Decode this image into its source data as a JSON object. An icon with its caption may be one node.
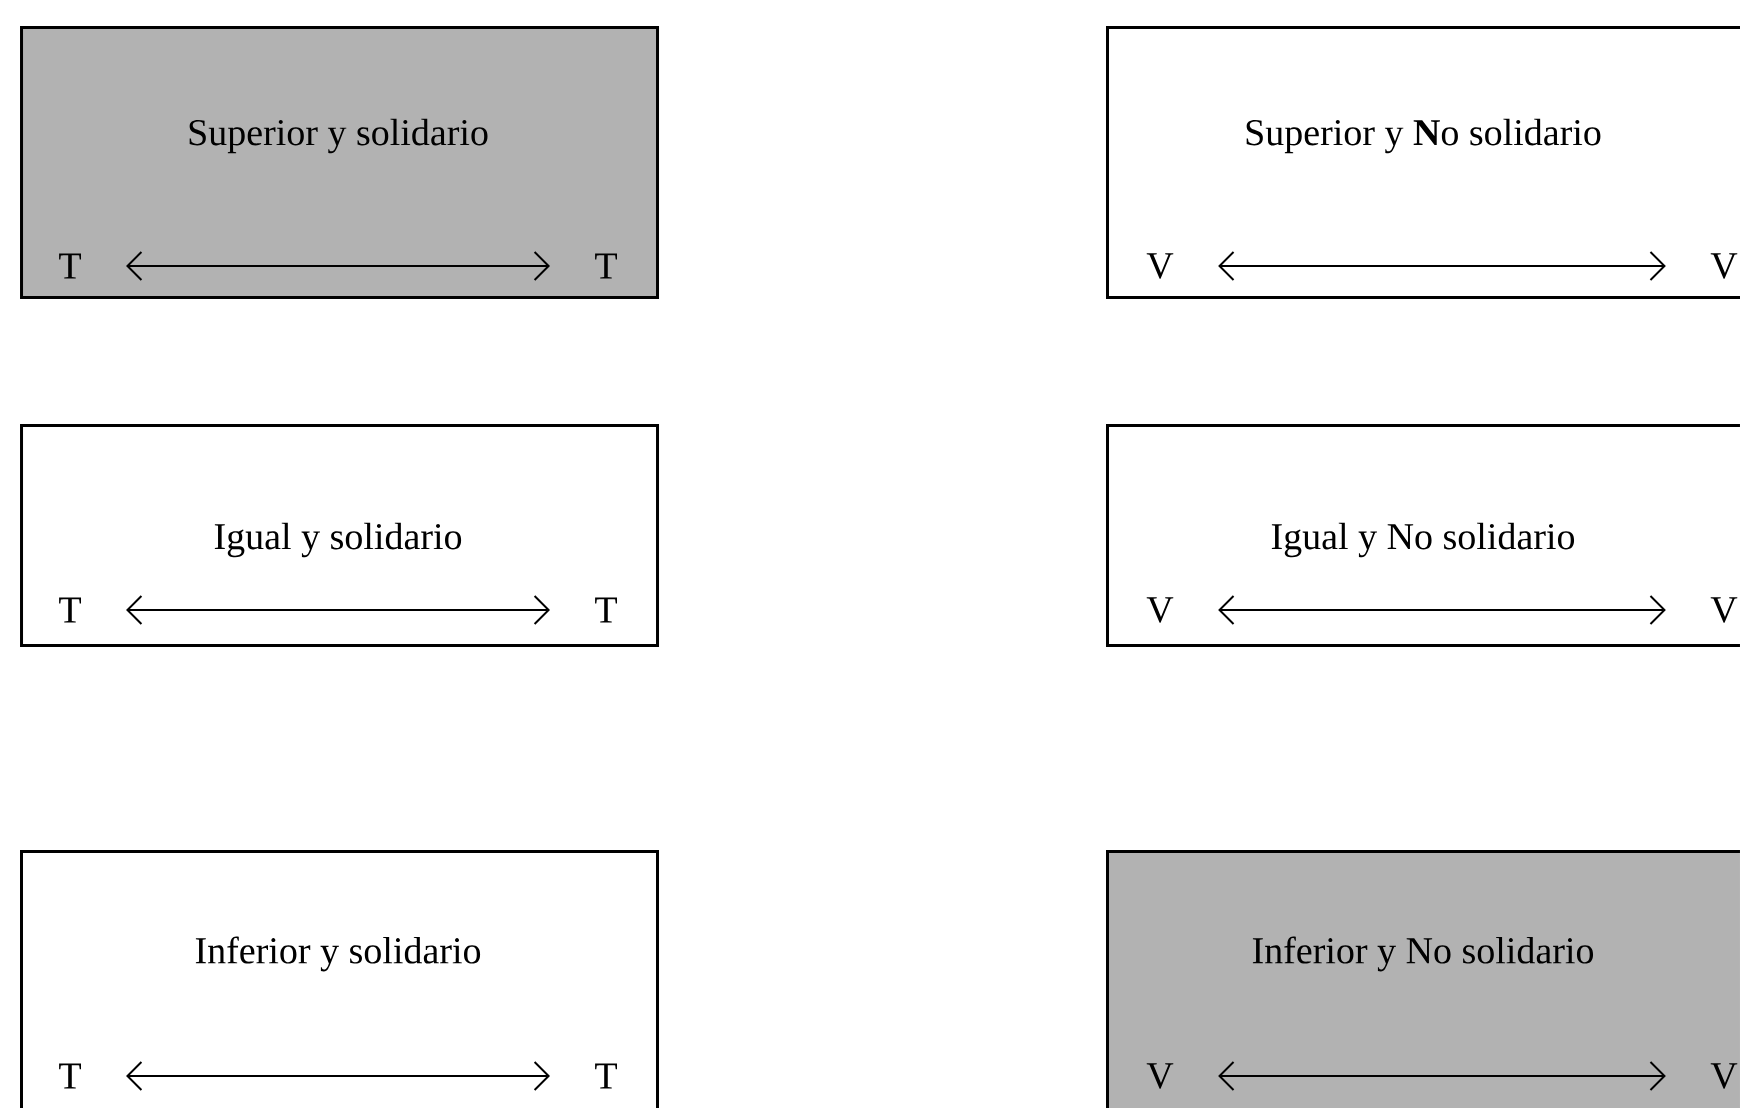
{
  "diagram": {
    "nodes": [
      {
        "text": [
          "Superior y solidario"
        ]
      },
      {
        "text": [
          "T"
        ],
        "in": 0
      },
      {
        "text": [
          "T"
        ],
        "in": 0
      },
      {
        "text": [
          "Superior y **N**o solidario"
        ]
      },
      {
        "text": [
          "V"
        ],
        "in": 3
      },
      {
        "text": [
          "V"
        ],
        "in": 3
      },
      {
        "text": [
          "Igual y solidario"
        ]
      },
      {
        "text": [
          "T"
        ],
        "in": 6
      },
      {
        "text": [
          "T"
        ],
        "in": 6
      },
      {
        "text": [
          "Igual y No solidario"
        ]
      },
      {
        "text": [
          "V"
        ],
        "in": 9
      },
      {
        "text": [
          "V"
        ],
        "in": 9
      },
      {
        "text": [
          "Inferior y solidario"
        ]
      },
      {
        "text": [
          "T"
        ],
        "in": 12
      },
      {
        "text": [
          "T"
        ],
        "in": 12
      },
      {
        "text": [
          "Inferior y No solidario"
        ]
      },
      {
        "text": [
          "V"
        ],
        "in": 15
      },
      {
        "text": [
          "V"
        ],
        "in": 15
      }
    ],
    "edges": [
      {
        "from": 1,
        "to": 2,
        "arrow": "both"
      },
      {
        "from": 4,
        "to": 5,
        "arrow": "both"
      },
      {
        "from": 7,
        "to": 8,
        "arrow": "both"
      },
      {
        "from": 10,
        "to": 11,
        "arrow": "both"
      },
      {
        "from": 13,
        "to": 14,
        "arrow": "both"
      },
      {
        "from": 16,
        "to": 17,
        "arrow": "both"
      }
    ]
  }
}
